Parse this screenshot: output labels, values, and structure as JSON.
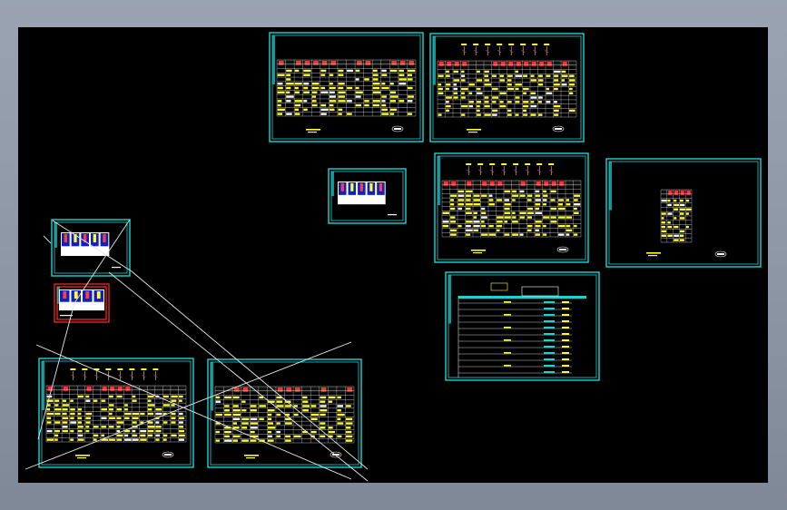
{
  "app": {
    "model_space_background": "#000000",
    "window_background": "#8f99a7",
    "frame_color": "#19d4d4",
    "table_line_color": "#ffffff",
    "table_text_color": "#ffff33",
    "header_color": "#ff3030",
    "accent_blue": "#2244ff"
  },
  "sheets": [
    {
      "id": "sheet-top-left",
      "kind": "table"
    },
    {
      "id": "sheet-top-right",
      "kind": "table-with-symbols"
    },
    {
      "id": "sheet-small-center",
      "kind": "legend"
    },
    {
      "id": "sheet-mid-right-a",
      "kind": "table-with-symbols"
    },
    {
      "id": "sheet-mid-right-b",
      "kind": "narrow-table"
    },
    {
      "id": "sheet-left-legend",
      "kind": "legend"
    },
    {
      "id": "sheet-left-red",
      "kind": "legend-red-border"
    },
    {
      "id": "sheet-bottom-right-diagram",
      "kind": "single-line-diagram"
    },
    {
      "id": "sheet-bottom-left",
      "kind": "table-with-symbols"
    },
    {
      "id": "sheet-bottom-mid",
      "kind": "table"
    }
  ]
}
